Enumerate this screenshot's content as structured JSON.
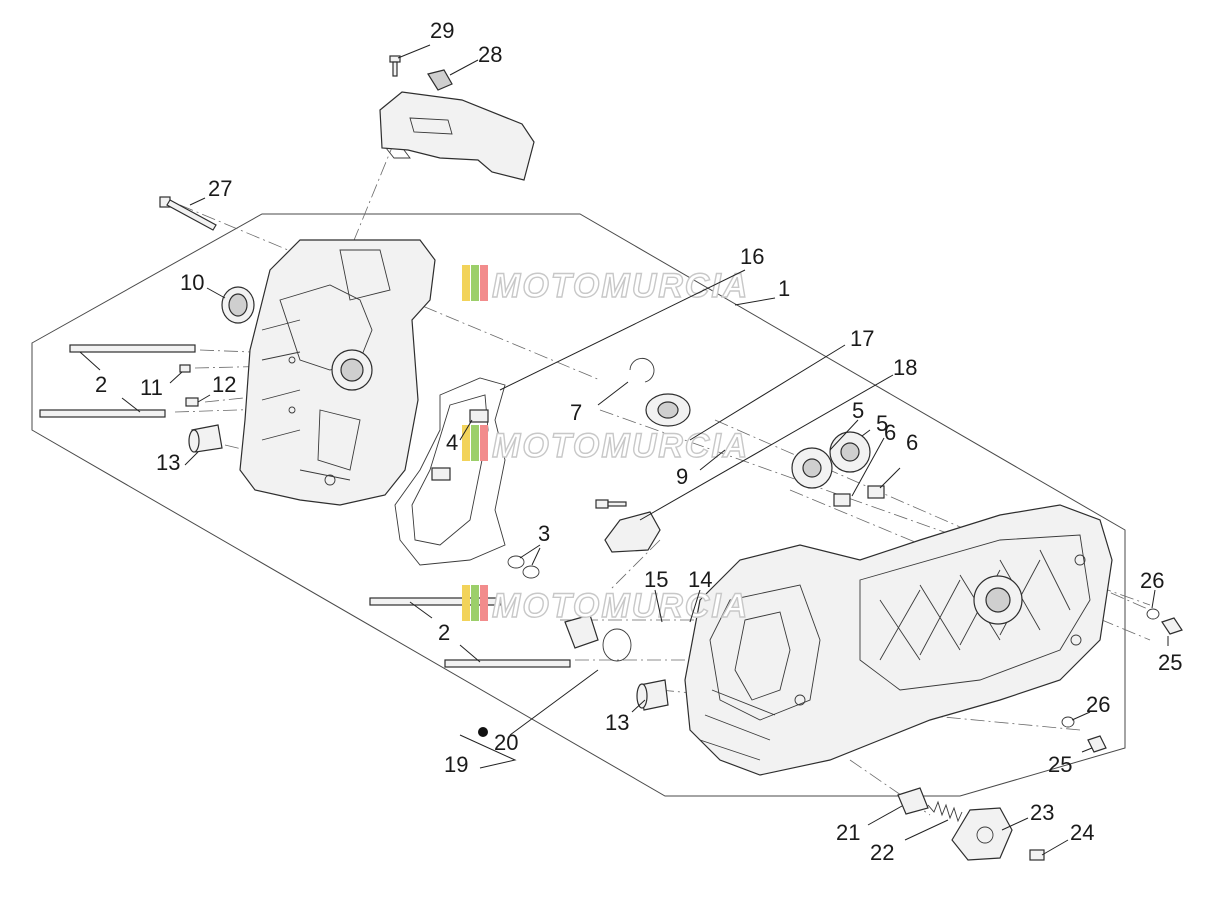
{
  "diagram": {
    "callouts": [
      "29",
      "28",
      "27",
      "16",
      "1",
      "10",
      "2",
      "11",
      "12",
      "13",
      "4",
      "17",
      "18",
      "7",
      "5",
      "5",
      "6",
      "6",
      "9",
      "3",
      "15",
      "14",
      "2",
      "13",
      "26",
      "25",
      "26",
      "25",
      "20",
      "19",
      "21",
      "22",
      "23",
      "24"
    ],
    "watermark": "MOTOMURCIA",
    "colors": {
      "line": "#2e2e2e",
      "part_fill": "#f2f2f2",
      "watermark_stripes": [
        "#f2d35a",
        "#9ccf6a",
        "#f28c8c"
      ]
    }
  }
}
